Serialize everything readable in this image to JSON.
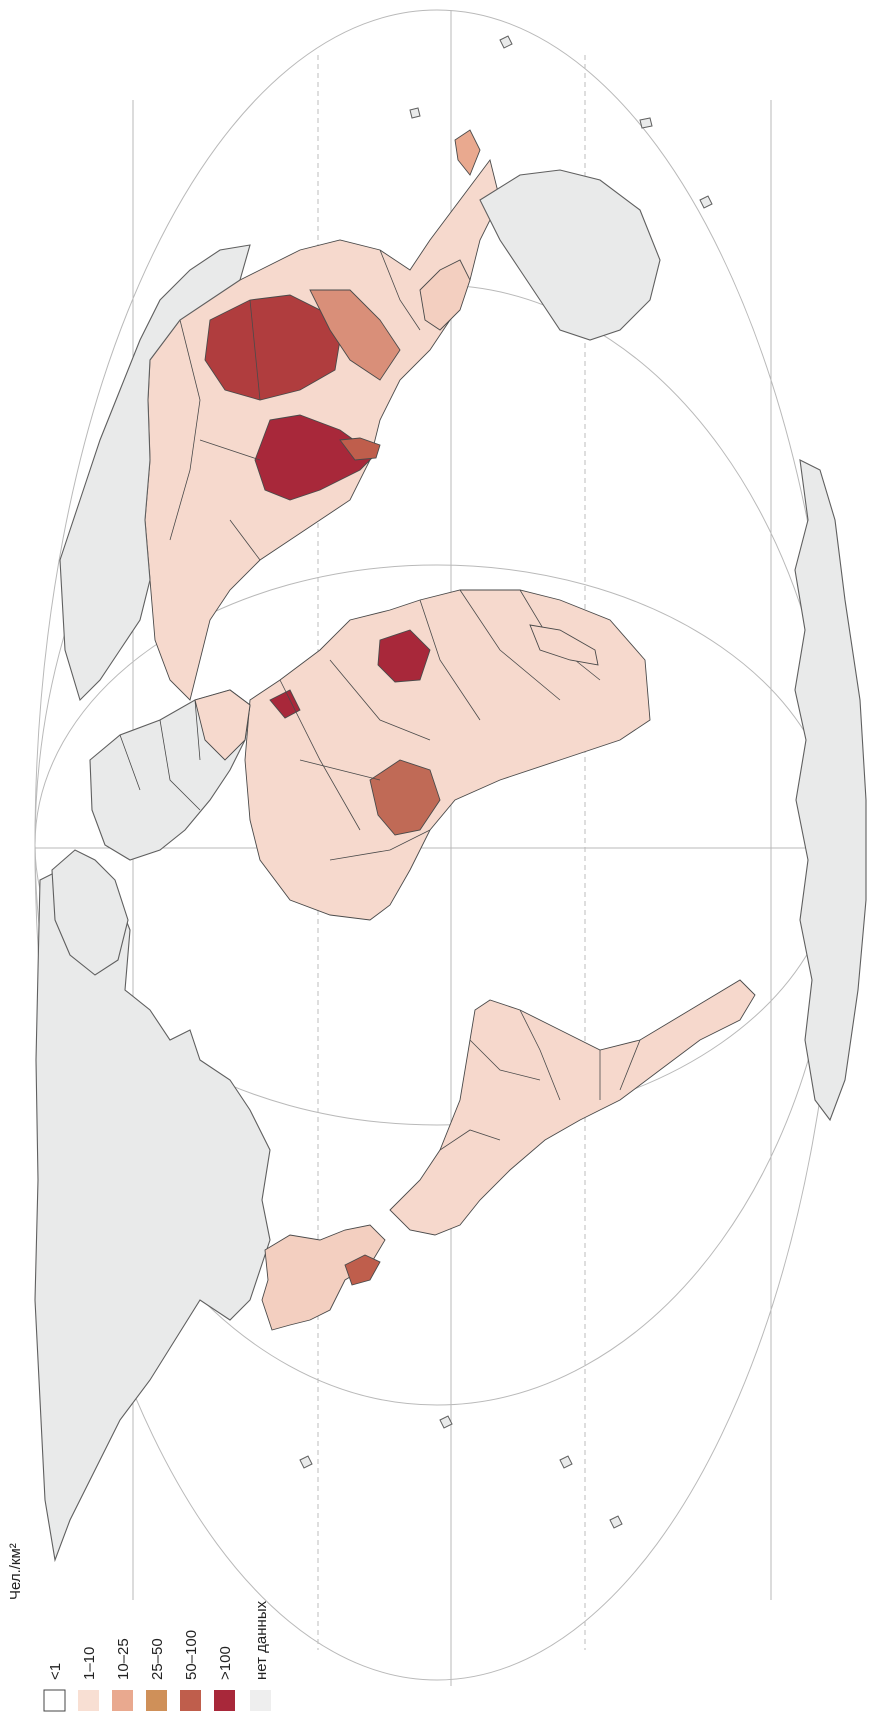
{
  "legend": {
    "title": "Чел./км²",
    "items": [
      {
        "label": "<1",
        "color": "#ffffff"
      },
      {
        "label": "1–10",
        "color": "#f8dfd3"
      },
      {
        "label": "10–25",
        "color": "#e9a98f"
      },
      {
        "label": "25–50",
        "color": "#cf9059"
      },
      {
        "label": "50–100",
        "color": "#bf5e4c"
      },
      {
        "label": ">100",
        "color": "#a8283a"
      },
      {
        "label": "нет данных",
        "color": "#eeeeee"
      }
    ]
  },
  "map": {
    "orientation": "rotated 90° clockwise",
    "projection": "ellipse graticule",
    "colors": {
      "nodata": "#e9eaea",
      "coast": "#5f5f5f",
      "graticule": "#b9b9b9"
    }
  }
}
